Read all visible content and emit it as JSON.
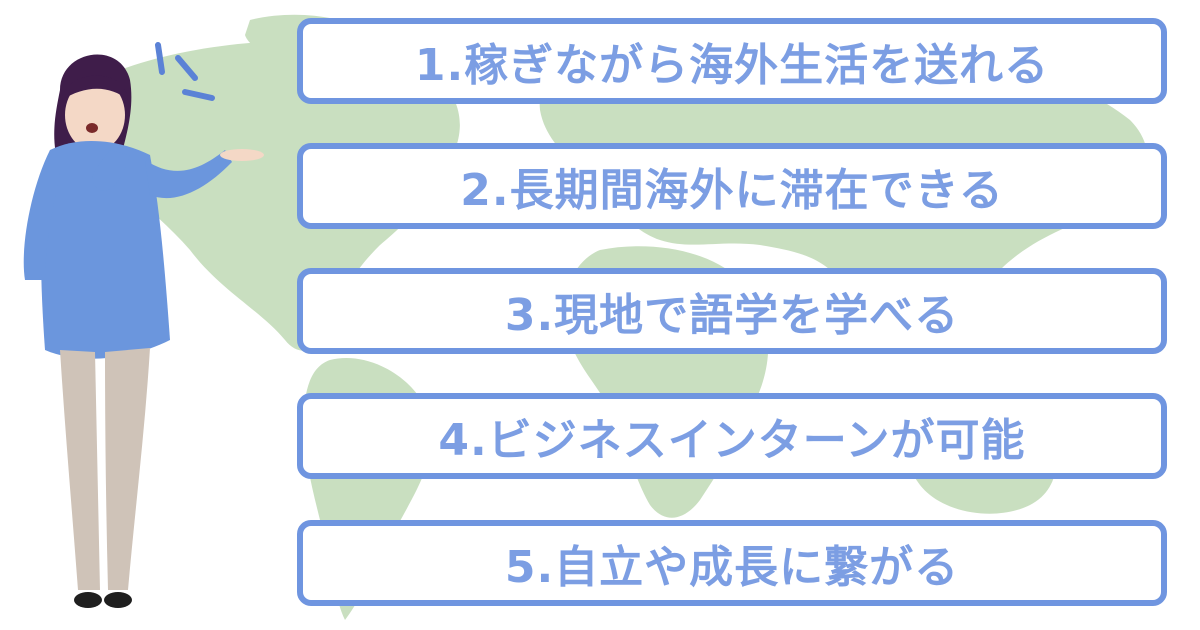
{
  "colors": {
    "background": "#ffffff",
    "map_green": "#c9dfc0",
    "card_border": "#6f95e0",
    "card_text": "#7c9ee3",
    "sweater": "#6b96dd",
    "hair": "#3f1d4a",
    "pants": "#cfc3b8"
  },
  "points": [
    {
      "text": "1.稼ぎながら海外生活を送れる"
    },
    {
      "text": "2.長期間海外に滞在できる"
    },
    {
      "text": "3.現地で語学を学べる"
    },
    {
      "text": "4.ビジネスインターンが可能"
    },
    {
      "text": "5.自立や成長に繋がる"
    }
  ],
  "illustration": {
    "background_map": "world-map",
    "figure": "surprised-woman-presenting"
  }
}
